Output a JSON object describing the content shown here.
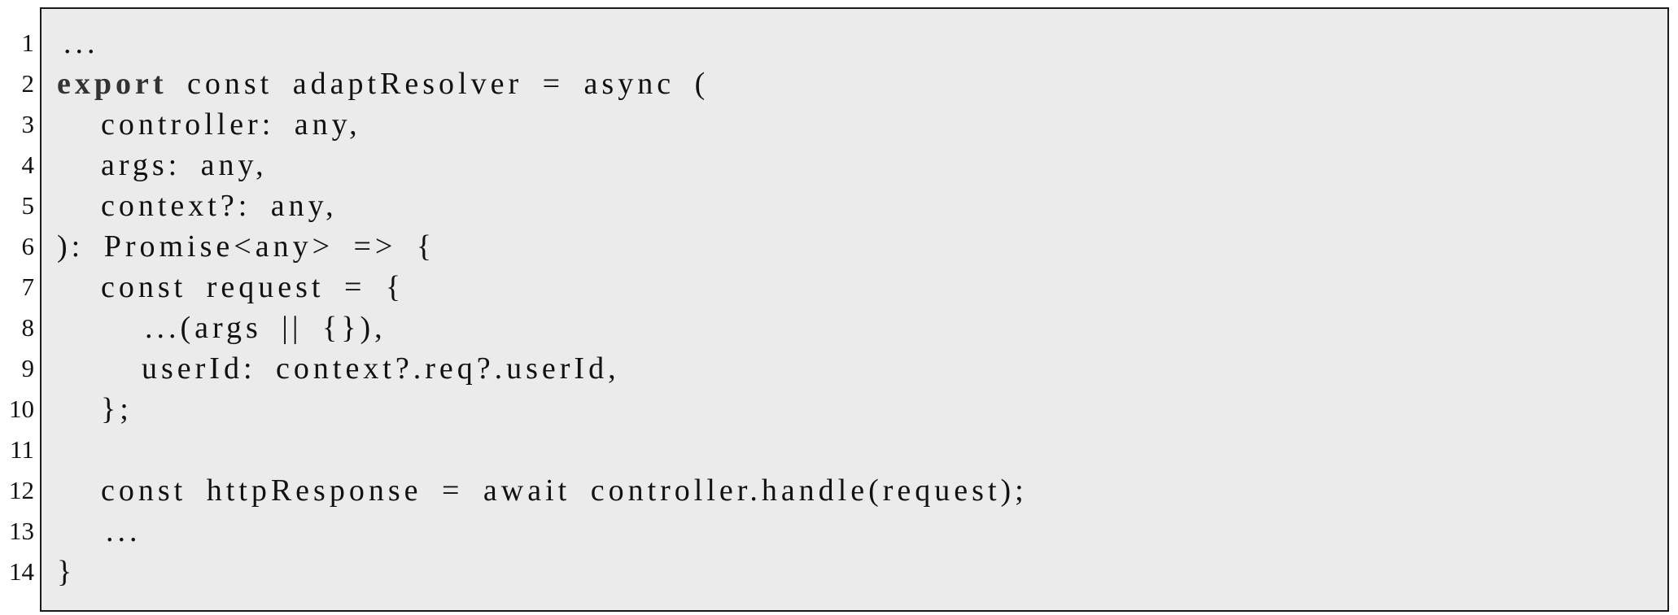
{
  "code": {
    "lines": [
      {
        "number": "1",
        "indent": 0,
        "keyword": "",
        "text": "..."
      },
      {
        "number": "2",
        "indent": 0,
        "keyword": "export",
        "text": " const adaptResolver = async ("
      },
      {
        "number": "3",
        "indent": 1,
        "keyword": "",
        "text": "controller: any,"
      },
      {
        "number": "4",
        "indent": 1,
        "keyword": "",
        "text": "args: any,"
      },
      {
        "number": "5",
        "indent": 1,
        "keyword": "",
        "text": "context?: any,"
      },
      {
        "number": "6",
        "indent": 0,
        "keyword": "",
        "text": "): Promise<any> => {"
      },
      {
        "number": "7",
        "indent": 1,
        "keyword": "",
        "text": "const request = {"
      },
      {
        "number": "8",
        "indent": 2,
        "keyword": "",
        "text": "...(args || {}),"
      },
      {
        "number": "9",
        "indent": 2,
        "keyword": "",
        "text": "userId: context?.req?.userId,"
      },
      {
        "number": "10",
        "indent": 1,
        "keyword": "",
        "text": "};"
      },
      {
        "number": "11",
        "indent": 0,
        "keyword": "",
        "text": ""
      },
      {
        "number": "12",
        "indent": 1,
        "keyword": "",
        "text": "const httpResponse = await controller.handle(request);"
      },
      {
        "number": "13",
        "indent": 1,
        "keyword": "",
        "text": "..."
      },
      {
        "number": "14",
        "indent": 0,
        "keyword": "",
        "text": "}"
      }
    ]
  }
}
